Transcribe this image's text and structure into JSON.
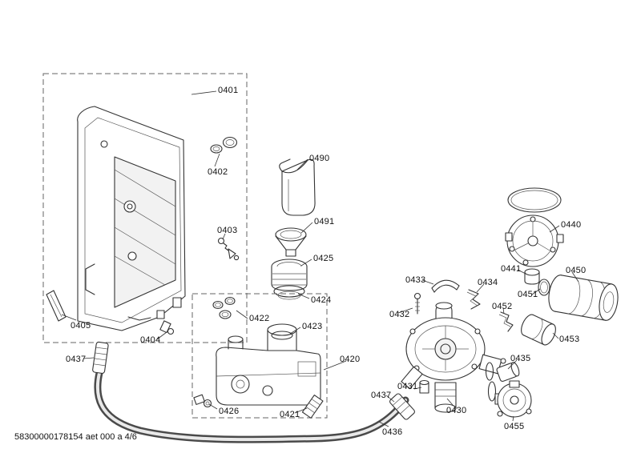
{
  "footer": {
    "doc_ref": "58300000178154 aet 000 a 4/6"
  },
  "parts": {
    "p0401": "0401",
    "p0402": "0402",
    "p0403": "0403",
    "p0404": "0404",
    "p0405": "0405",
    "p0420": "0420",
    "p0421": "0421",
    "p0422": "0422",
    "p0423": "0423",
    "p0424": "0424",
    "p0425": "0425",
    "p0426": "0426",
    "p0430": "0430",
    "p0431": "0431",
    "p0432": "0432",
    "p0433": "0433",
    "p0434": "0434",
    "p0435": "0435",
    "p0436": "0436",
    "p0437_left": "0437",
    "p0437_mid": "0437",
    "p0440": "0440",
    "p0441": "0441",
    "p0450": "0450",
    "p0451": "0451",
    "p0452": "0452",
    "p0453": "0453",
    "p0455": "0455",
    "p0490": "0490",
    "p0491": "0491"
  }
}
